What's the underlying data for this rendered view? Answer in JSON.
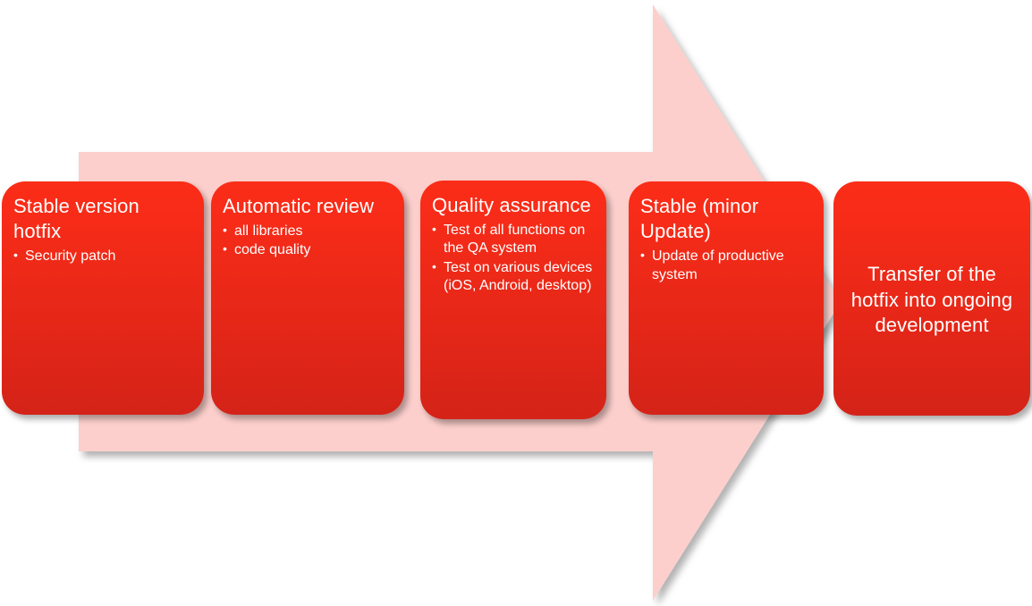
{
  "diagram": {
    "title_semantic": "hotfix-release-process-arrow-diagram",
    "colors": {
      "arrow_fill": "#FCCFCC",
      "box_gradient_top": "#FB2D18",
      "box_gradient_bottom": "#D42318",
      "text": "#FFFFFF",
      "background": "#FFFFFF"
    },
    "arrow": {
      "name": "process-direction-arrow",
      "direction": "left-to-right"
    },
    "steps": [
      {
        "title": "Stable version hotfix",
        "bullets": [
          "Security patch"
        ],
        "centered": false
      },
      {
        "title": "Automatic review",
        "bullets": [
          "all libraries",
          "code quality"
        ],
        "centered": false
      },
      {
        "title": "Quality assurance",
        "bullets": [
          "Test of all functions on the QA system",
          "Test on various devices (iOS, Android, desktop)"
        ],
        "centered": false
      },
      {
        "title": "Stable (minor Update)",
        "bullets": [
          "Update of productive system"
        ],
        "centered": false
      },
      {
        "title": "Transfer of the hotfix into ongoing development",
        "bullets": [],
        "centered": true
      }
    ]
  }
}
